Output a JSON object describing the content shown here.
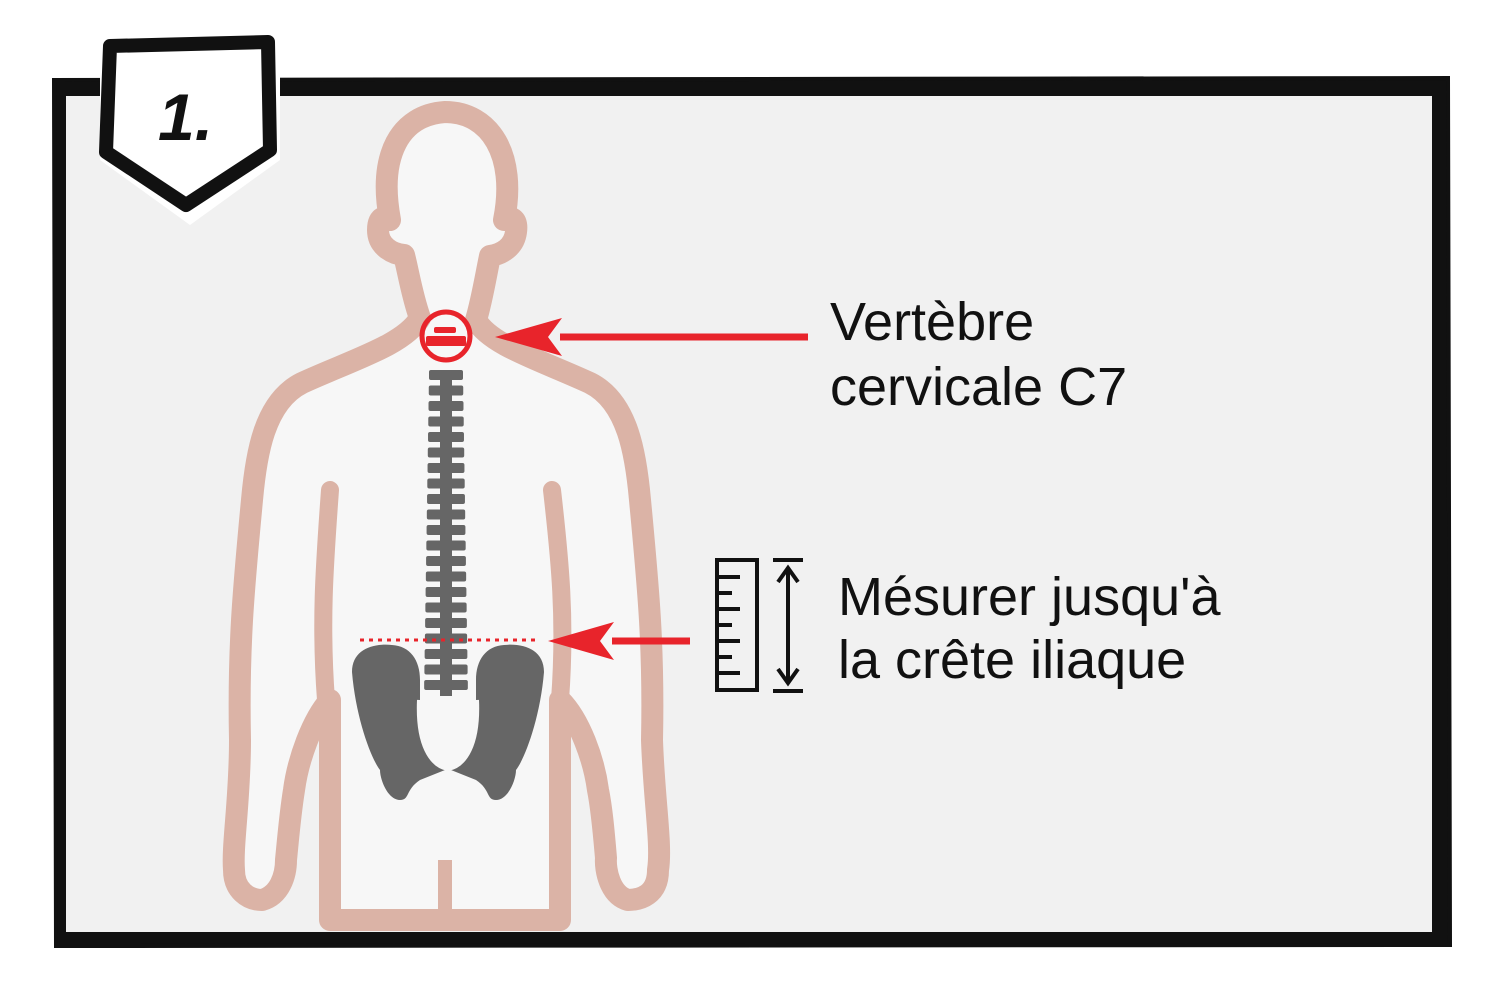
{
  "step": {
    "number": "1."
  },
  "labels": {
    "c7": {
      "line1": "Vertèbre",
      "line2": "cervicale C7"
    },
    "iliac": {
      "line1": "Mésurer jusqu'à",
      "line2": "la crête iliaque"
    }
  },
  "colors": {
    "frame_fill": "#f1f1f1",
    "frame_stroke": "#111111",
    "body_outline": "#dbb3a6",
    "body_fill": "#f7f7f7",
    "spine": "#666666",
    "highlight": "#e8242b",
    "text": "#111111"
  },
  "icons": {
    "ruler": "ruler-icon",
    "measure": "double-arrow-icon",
    "badge": "step-badge-shield"
  }
}
